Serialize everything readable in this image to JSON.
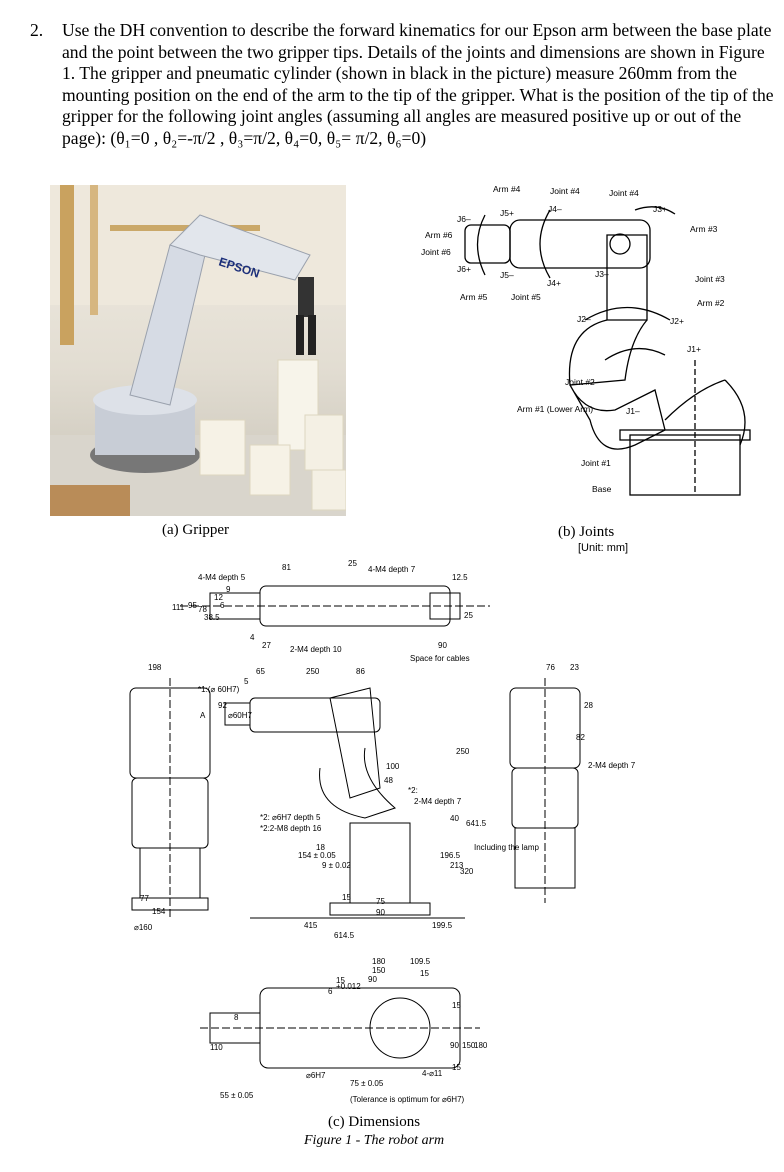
{
  "question": {
    "number": "2.",
    "text": "Use the DH convention to describe the forward kinematics for our Epson arm between the base plate and the point between the two gripper tips. Details of the joints and dimensions are shown in Figure 1.  The gripper and pneumatic cylinder (shown in black in the picture) measure 260mm from the mounting position on the end of the arm to the tip of the gripper.  What is the position of the tip of the gripper for the following joint angles (assuming all angles are measured positive up or out of the page):  (θ₁=0 , θ₂=-π/2 , θ₃=π/2, θ₄=0, θ₅= π/2, θ₆=0)"
  },
  "figure": {
    "photo_brand": "EPSON",
    "caption_a": "(a) Gripper",
    "caption_b": "(b) Joints",
    "unit_note": "[Unit: mm]",
    "caption_c": "(c) Dimensions",
    "figure_caption": "Figure 1 - The robot arm"
  },
  "joints_labels": {
    "arm4_top": "Arm #4",
    "joint4_a": "Joint #4",
    "joint4_b": "Joint #4",
    "j6m": "J6–",
    "j5p": "J5+",
    "j4m": "J4–",
    "j3p": "J3+",
    "arm3": "Arm #3",
    "arm6": "Arm #6",
    "joint6": "Joint #6",
    "j6p": "J6+",
    "j5m": "J5–",
    "j3m": "J3–",
    "j4p": "J4+",
    "joint3": "Joint #3",
    "arm5": "Arm #5",
    "joint5": "Joint #5",
    "arm2": "Arm #2",
    "j2m": "J2–",
    "j2p": "J2+",
    "j1p": "J1+",
    "joint2": "Joint #2",
    "arm1": "Arm #1 (Lower Arm)",
    "j1m": "J1–",
    "joint1": "Joint #1",
    "base": "Base"
  },
  "dims_top": {
    "d81": "81",
    "d25": "25",
    "m4d7": "4-M4 depth 7",
    "m4d5": "4-M4 depth 5",
    "d111": "111",
    "d95": "95",
    "d78": "78",
    "d385": "38.5",
    "d12": "12",
    "d6": "6",
    "d9": "9",
    "d125": "12.5",
    "d25b": "25",
    "d4": "4",
    "d27": "27",
    "m4d10": "2-M4 depth 10",
    "d90": "90",
    "cables": "Space for cables"
  },
  "dims_mid": {
    "d198": "198",
    "d5": "5",
    "d65": "65",
    "d250": "250",
    "d86": "86",
    "note1": "*1:(⌀ 60H7)",
    "dA": "A",
    "d92": "92",
    "d60h7": "⌀60H7",
    "d100": "100",
    "d48": "48",
    "note2": "*2:",
    "m4d7b": "2-M4 depth 7",
    "d250v": "250",
    "d40": "40",
    "d6415": "641.5",
    "lamp": "Including the lamp",
    "h7": "*2: ⌀6H7 depth 5",
    "m8": "*2:2-M8 depth 16",
    "d154": "154 ± 0.05",
    "d18": "18",
    "d9b": "9 ± 0.02",
    "d1965": "196.5",
    "d213": "213",
    "d320": "320",
    "d15": "15",
    "d75": "75",
    "d90b": "90",
    "d415": "415",
    "d6145": "614.5",
    "d1995": "199.5",
    "d77": "77",
    "d154b": "154",
    "d160": "⌀160",
    "d76": "76",
    "d23": "23",
    "d28": "28",
    "d82": "82",
    "m4d7c": "2-M4 depth 7"
  },
  "dims_bottom": {
    "d180": "180",
    "d150": "150",
    "d1095": "109.5",
    "d15a": "15",
    "d15b": "15",
    "d90": "90",
    "d6": "6",
    "tol": "+0.012",
    "d8": "8",
    "d110": "110",
    "d55": "55 ± 0.05",
    "d15c": "15",
    "d90v": "90",
    "d150v": "150",
    "d180v": "180",
    "d15d": "15",
    "h7": "⌀6H7",
    "d411": "4-⌀11",
    "d75": "75 ± 0.05",
    "tolnote": "(Tolerance is optimum for ⌀6H7)"
  }
}
